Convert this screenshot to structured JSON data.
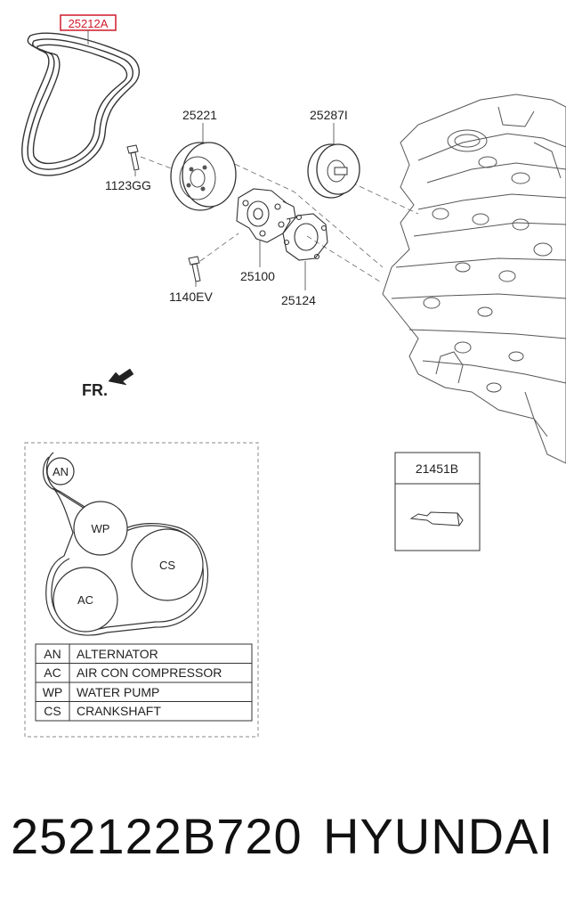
{
  "labels": {
    "belt_highlighted": "25212A",
    "idler_pulley": "25221",
    "tensioner_pulley": "25287I",
    "bolt_a": "1123GG",
    "bolt_b": "1140EV",
    "water_pump": "25100",
    "gasket": "25124",
    "front_indicator": "FR.",
    "sealant": "21451B"
  },
  "highlight_color": "#d11a2a",
  "routing": {
    "pulleys": [
      {
        "code": "AN"
      },
      {
        "code": "WP"
      },
      {
        "code": "CS"
      },
      {
        "code": "AC"
      }
    ],
    "legend": [
      {
        "code": "AN",
        "name": "ALTERNATOR"
      },
      {
        "code": "AC",
        "name": "AIR CON COMPRESSOR"
      },
      {
        "code": "WP",
        "name": "WATER PUMP"
      },
      {
        "code": "CS",
        "name": "CRANKSHAFT"
      }
    ]
  },
  "footer": {
    "part_number": "252122B720",
    "brand": "HYUNDAI"
  }
}
